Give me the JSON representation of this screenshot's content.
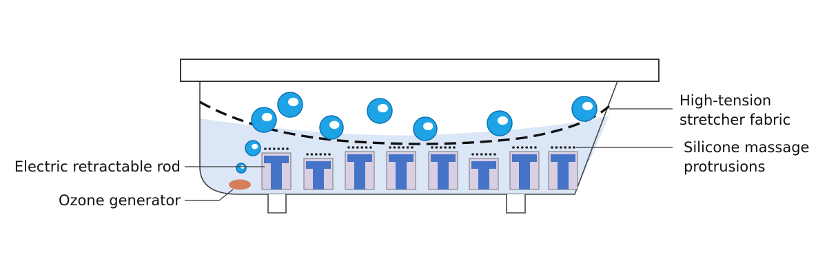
{
  "labels": {
    "fabric_line1": "High-tension",
    "fabric_line2": "stretcher fabric",
    "silicone_line1": "Silicone massage",
    "silicone_line2": "protrusions",
    "rod": "Electric retractable rod",
    "ozone": "Ozone generator"
  },
  "colors": {
    "water": "#dbe6f6",
    "bubble": "#1ea4e6",
    "bubble_stroke": "#0d6fb4",
    "protrusion": "#4573c8",
    "housing": "#d9cfe2",
    "ozone": "#d57f5a",
    "fabric": "#111111"
  }
}
